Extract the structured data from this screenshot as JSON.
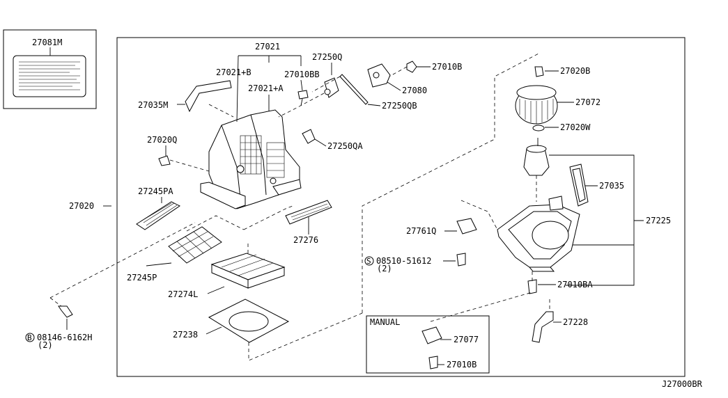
{
  "diagram_code": "J27000BR",
  "manual_box_title": "MANUAL",
  "screw_symbols": {
    "s": "S",
    "b": "B"
  },
  "labels": {
    "p27081M": "27081M",
    "p27021": "27021",
    "p27021B": "27021+B",
    "p27021A": "27021+A",
    "p27010BB": "27010BB",
    "p27250Q": "27250Q",
    "p27010B_top": "27010B",
    "p27080": "27080",
    "p27250QB": "27250QB",
    "p27250QA": "27250QA",
    "p27035M": "27035M",
    "p27020Q": "27020Q",
    "p27020": "27020",
    "p27245PA": "27245PA",
    "p27276": "27276",
    "p27245P": "27245P",
    "p27274L": "27274L",
    "p27238": "27238",
    "p08146": "08146-6162H",
    "p08146_qty": "(2)",
    "p27020B": "27020B",
    "p27072": "27072",
    "p27020W": "27020W",
    "p27035": "27035",
    "p27225": "27225",
    "p27761Q": "27761Q",
    "p08510": "08510-51612",
    "p08510_qty": "(2)",
    "p27010BA": "27010BA",
    "p27228": "27228",
    "p27077": "27077",
    "p27010B_manual": "27010B"
  }
}
